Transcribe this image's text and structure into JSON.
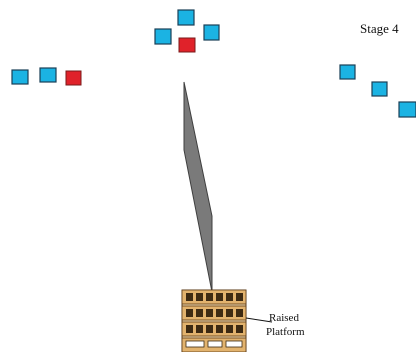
{
  "stage_label": "Stage 4",
  "platform_label": {
    "line1": "Raised",
    "line2": "Platform"
  },
  "colors": {
    "blue_square": "#1bb3e3",
    "red_square": "#e0222a",
    "beam": "#7a7a7a",
    "pallet": "#e2b36e"
  }
}
